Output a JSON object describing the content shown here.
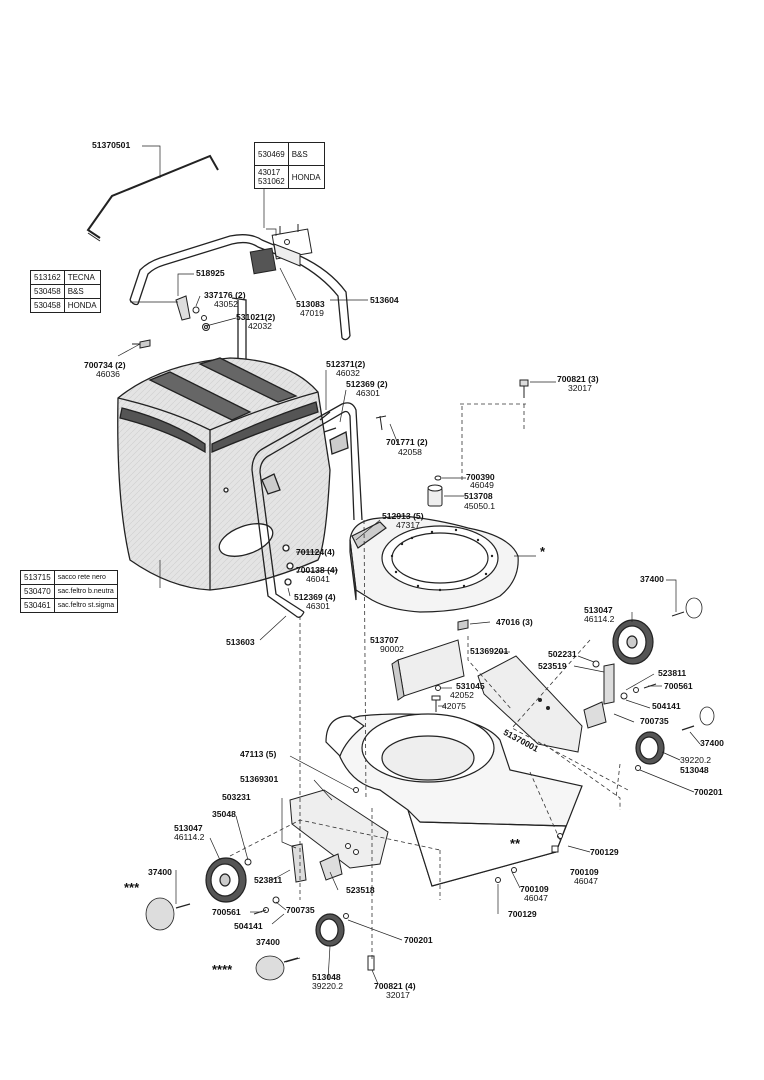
{
  "legends": {
    "engine_a": [
      {
        "code": "530469",
        "brand": "B&S"
      },
      {
        "code": "43017\n531062",
        "brand": "HONDA"
      }
    ],
    "engine_b": [
      {
        "code": "513162",
        "brand": "TECNA"
      },
      {
        "code": "530458",
        "brand": "B&S"
      },
      {
        "code": "530458",
        "brand": "HONDA"
      }
    ],
    "bag": [
      {
        "code": "513715",
        "desc": "sacco rete nero"
      },
      {
        "code": "530470",
        "desc": "sac.feltro b.neutra"
      },
      {
        "code": "530461",
        "desc": "sac.feltro st.sigma"
      }
    ]
  },
  "labels": {
    "p51370501": "51370501",
    "p518925": "518925",
    "p337176": "337176 (2)",
    "p43052": "43052",
    "p531021": "531021(2)",
    "p42032": "42032",
    "p513083": "513083",
    "p47019": "47019",
    "p513604": "513604",
    "p700734": "700734 (2)",
    "p46036": "46036",
    "p512371": "512371(2)",
    "p46032": "46032",
    "p512369a": "512369 (2)",
    "p46301a": "46301",
    "p701771": "701771 (2)",
    "p42058": "42058",
    "p700821a": "700821 (3)",
    "p32017a": "32017",
    "p700390": "700390",
    "p46049": "46049",
    "p513708": "513708",
    "p45050": "45050.1",
    "p512913": "512913 (5)",
    "p47317": "47317",
    "p701124": "701124(4)",
    "p700138": "700138 (4)",
    "p46041": "46041",
    "p512369b": "512369 (4)",
    "p46301b": "46301",
    "p513603": "513603",
    "p47016": "47016 (3)",
    "p37400a": "37400",
    "p513047a": "513047",
    "p46114a": "46114.2",
    "p513707": "513707",
    "p90002": "90002",
    "p51369201": "51369201",
    "p502231": "502231",
    "p523519": "523519",
    "p523811a": "523811",
    "p700561a": "700561",
    "p531045": "531045",
    "p42052": "42052",
    "p42075": "42075",
    "p504141a": "504141",
    "p700735a": "700735",
    "p37400b": "37400",
    "p51370001": "51370001",
    "p39220a": "39220.2",
    "p513048a": "513048",
    "p700201a": "700201",
    "p47113": "47113 (5)",
    "p51369301": "51369301",
    "p503231": "503231",
    "p35048": "35048",
    "p513047b": "513047",
    "p46114b": "46114.2",
    "p37400c": "37400",
    "p523811b": "523811",
    "p523518": "523518",
    "p700561b": "700561",
    "p700735b": "700735",
    "p504141b": "504141",
    "p700129a": "700129",
    "p700109a": "700109",
    "p46047a": "46047",
    "p700109b": "700109",
    "p46047b": "46047",
    "p700129b": "700129",
    "p700201b": "700201",
    "p37400d": "37400",
    "p513048b": "513048",
    "p39220b": "39220.2",
    "p700821b": "700821 (4)",
    "p32017b": "32017"
  },
  "markers": {
    "single": "*",
    "double": "**",
    "triple": "***",
    "quad": "****"
  }
}
